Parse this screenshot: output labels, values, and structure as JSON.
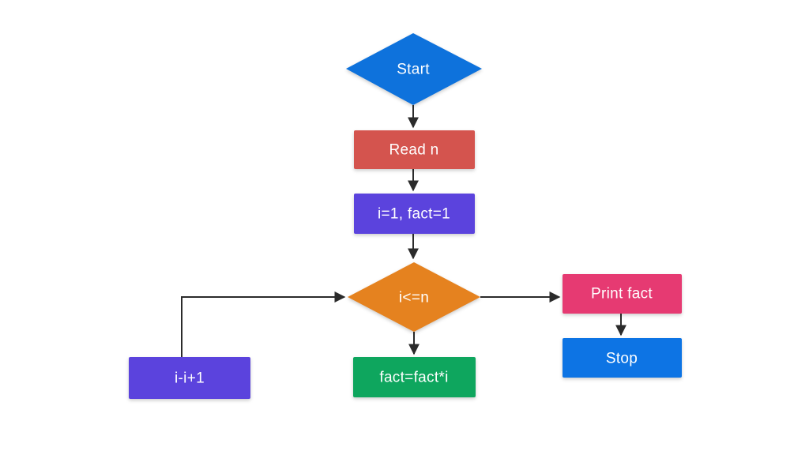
{
  "diagram": {
    "type": "flowchart",
    "description": "Factorial computation flowchart",
    "background_color": "#ffffff",
    "line_color": "#2b2b2b",
    "text_color": "#ffffff",
    "nodes": {
      "start": {
        "label": "Start",
        "shape": "diamond",
        "color": "#0e72dc"
      },
      "read_n": {
        "label": "Read n",
        "shape": "rect",
        "color": "#d4544e"
      },
      "init": {
        "label": "i=1, fact=1",
        "shape": "rect",
        "color": "#5b43dd"
      },
      "condition": {
        "label": "i<=n",
        "shape": "diamond",
        "color": "#e5821f"
      },
      "print_fact": {
        "label": "Print fact",
        "shape": "rect",
        "color": "#e63a72"
      },
      "stop": {
        "label": "Stop",
        "shape": "rect",
        "color": "#0d74e4"
      },
      "multiply": {
        "label": "fact=fact*i",
        "shape": "rect",
        "color": "#0ea65e"
      },
      "increment": {
        "label": "i-i+1",
        "shape": "rect",
        "color": "#5b43dd"
      }
    },
    "edges": [
      {
        "from": "start",
        "to": "read_n"
      },
      {
        "from": "read_n",
        "to": "init"
      },
      {
        "from": "init",
        "to": "condition"
      },
      {
        "from": "condition",
        "to": "multiply"
      },
      {
        "from": "condition",
        "to": "print_fact"
      },
      {
        "from": "print_fact",
        "to": "stop"
      },
      {
        "from": "increment",
        "to": "condition"
      }
    ]
  }
}
